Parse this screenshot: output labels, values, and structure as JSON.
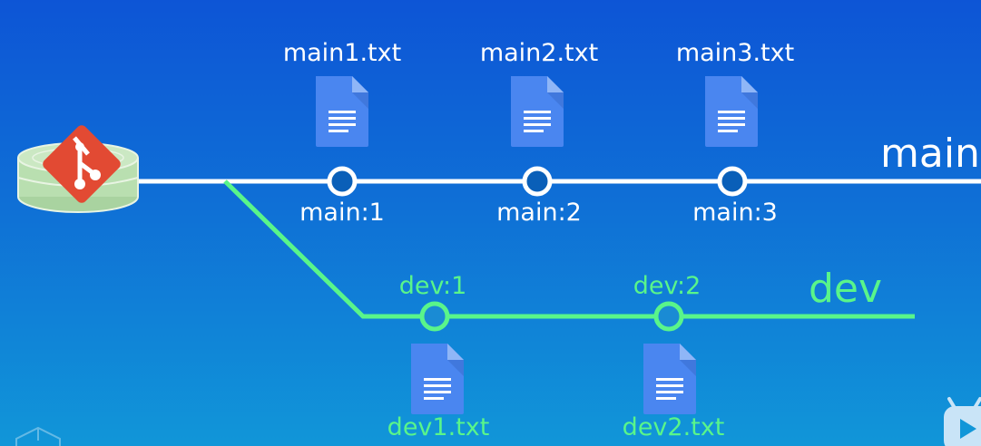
{
  "diagram": {
    "branches": {
      "main": {
        "label": "main",
        "color": "#ffffff"
      },
      "dev": {
        "label": "dev",
        "color": "#59f58a"
      }
    },
    "main_commits": [
      {
        "commit": "main:1",
        "file": "main1.txt"
      },
      {
        "commit": "main:2",
        "file": "main2.txt"
      },
      {
        "commit": "main:3",
        "file": "main3.txt"
      }
    ],
    "dev_commits": [
      {
        "commit": "dev:1",
        "file": "dev1.txt"
      },
      {
        "commit": "dev:2",
        "file": "dev2.txt"
      }
    ],
    "colors": {
      "node_fill": "#0a5fb8",
      "file_icon": "#4a86f0",
      "git_logo": "#e24a33",
      "repo_db": "#b9dfb0"
    },
    "icons": [
      "git-repository-icon",
      "document-icon",
      "bilibili-tv-icon"
    ]
  }
}
